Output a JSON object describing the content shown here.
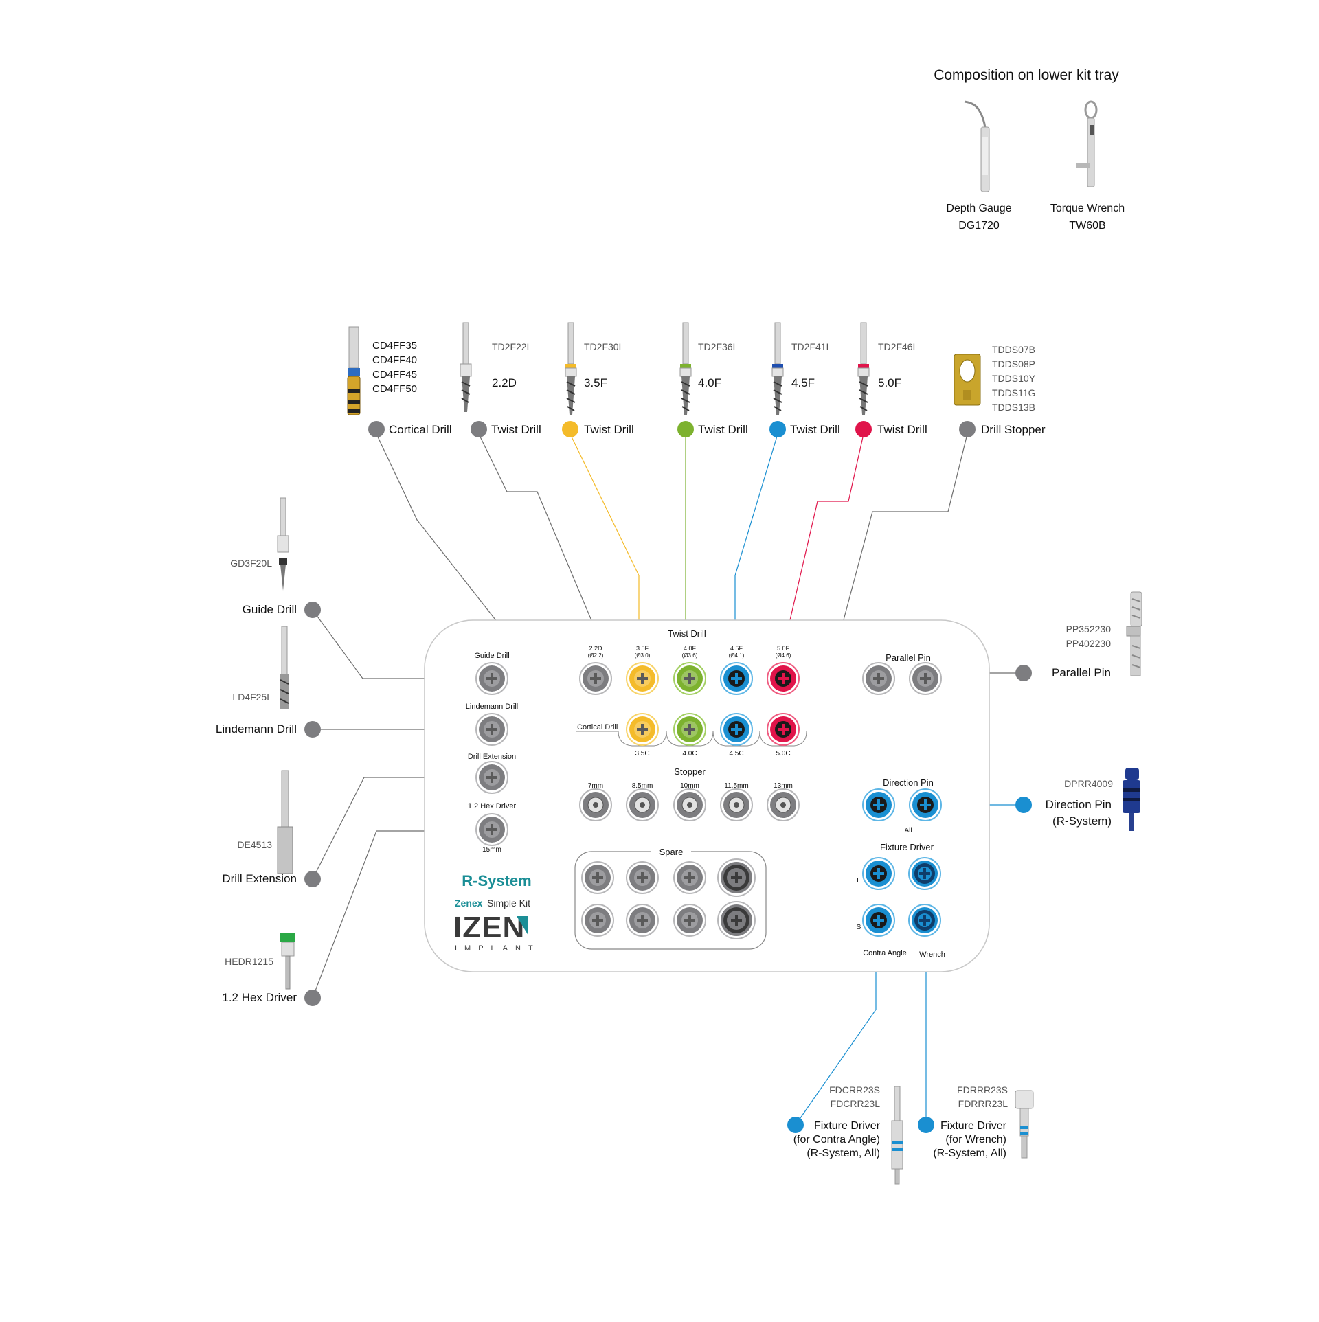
{
  "colors": {
    "gray": "#7d7d80",
    "yellow": "#f4bb2a",
    "green": "#7db22f",
    "blue": "#1a8fd1",
    "red": "#e0144a",
    "teal": "#1b8e96",
    "border": "#c8c8c8"
  },
  "lower_tray": {
    "title": "Composition on lower kit tray",
    "items": [
      {
        "name": "Depth Gauge",
        "code": "DG1720"
      },
      {
        "name": "Torque Wrench",
        "code": "TW60B"
      }
    ]
  },
  "top_items": [
    {
      "id": "cortical",
      "label": "Cortical Drill",
      "codes": [
        "CD4FF35",
        "CD4FF40",
        "CD4FF45",
        "CD4FF50"
      ],
      "size": "",
      "color": "gray"
    },
    {
      "id": "twist22",
      "label": "Twist Drill",
      "codes": [
        "TD2F22L"
      ],
      "size": "2.2D",
      "color": "gray"
    },
    {
      "id": "twist35",
      "label": "Twist Drill",
      "codes": [
        "TD2F30L"
      ],
      "size": "3.5F",
      "color": "yellow"
    },
    {
      "id": "twist40",
      "label": "Twist Drill",
      "codes": [
        "TD2F36L"
      ],
      "size": "4.0F",
      "color": "green"
    },
    {
      "id": "twist45",
      "label": "Twist Drill",
      "codes": [
        "TD2F41L"
      ],
      "size": "4.5F",
      "color": "blue"
    },
    {
      "id": "twist50",
      "label": "Twist Drill",
      "codes": [
        "TD2F46L"
      ],
      "size": "5.0F",
      "color": "red"
    },
    {
      "id": "stopper",
      "label": "Drill Stopper",
      "codes": [
        "TDDS07B",
        "TDDS08P",
        "TDDS10Y",
        "TDDS11G",
        "TDDS13B"
      ],
      "size": "",
      "color": "gray"
    }
  ],
  "left_items": [
    {
      "id": "guide",
      "label": "Guide Drill",
      "code": "GD3F20L"
    },
    {
      "id": "lindemann",
      "label": "Lindemann Drill",
      "code": "LD4F25L"
    },
    {
      "id": "extension",
      "label": "Drill Extension",
      "code": "DE4513"
    },
    {
      "id": "hex",
      "label": "1.2 Hex Driver",
      "code": "HEDR1215"
    }
  ],
  "right_items": [
    {
      "id": "parallel",
      "label": "Parallel Pin",
      "codes": [
        "PP352230",
        "PP402230"
      ],
      "color": "gray"
    },
    {
      "id": "direction",
      "label": "Direction Pin",
      "sublabel": "(R-System)",
      "codes": [
        "DPRR4009"
      ],
      "color": "blue"
    }
  ],
  "bottom_items": [
    {
      "id": "fd_contra",
      "lines": [
        "Fixture Driver",
        "(for Contra Angle)",
        "(R-System, All)"
      ],
      "codes": [
        "FDCRR23S",
        "FDCRR23L"
      ],
      "color": "blue"
    },
    {
      "id": "fd_wrench",
      "lines": [
        "Fixture Driver",
        "(for Wrench)",
        "(R-System, All)"
      ],
      "codes": [
        "FDRRR23S",
        "FDRRR23L"
      ],
      "color": "blue"
    }
  ],
  "tray": {
    "left_slots": [
      "Guide Drill",
      "Lindemann Drill",
      "Drill Extension",
      "1.2 Hex Driver"
    ],
    "hex_length": "15mm",
    "twist_title": "Twist Drill",
    "twist_slots": [
      {
        "top": "2.2D",
        "sub": "(Ø2.2)",
        "color": "gray"
      },
      {
        "top": "3.5F",
        "sub": "(Ø3.0)",
        "color": "yellow"
      },
      {
        "top": "4.0F",
        "sub": "(Ø3.6)",
        "color": "green"
      },
      {
        "top": "4.5F",
        "sub": "(Ø4.1)",
        "color": "blue"
      },
      {
        "top": "5.0F",
        "sub": "(Ø4.6)",
        "color": "red"
      }
    ],
    "cortical_label": "Cortical Drill",
    "cortical_slots": [
      {
        "label": "3.5C",
        "color": "yellow"
      },
      {
        "label": "4.0C",
        "color": "green"
      },
      {
        "label": "4.5C",
        "color": "blue"
      },
      {
        "label": "5.0C",
        "color": "red"
      }
    ],
    "stopper_title": "Stopper",
    "stopper_slots": [
      "7mm",
      "8.5mm",
      "10mm",
      "11.5mm",
      "13mm"
    ],
    "spare_title": "Spare",
    "parallel_title": "Parallel Pin",
    "direction_title": "Direction Pin",
    "direction_note": "All",
    "fixture_title": "Fixture Driver",
    "fixture_rows": [
      "L",
      "S"
    ],
    "fixture_cols": [
      "Contra Angle",
      "Wrench"
    ],
    "brand": {
      "system": "R-System",
      "zenex": "Zenex",
      "kit": "Simple Kit",
      "logo": "IZEN",
      "logo_sub": "IMPLANT"
    }
  }
}
